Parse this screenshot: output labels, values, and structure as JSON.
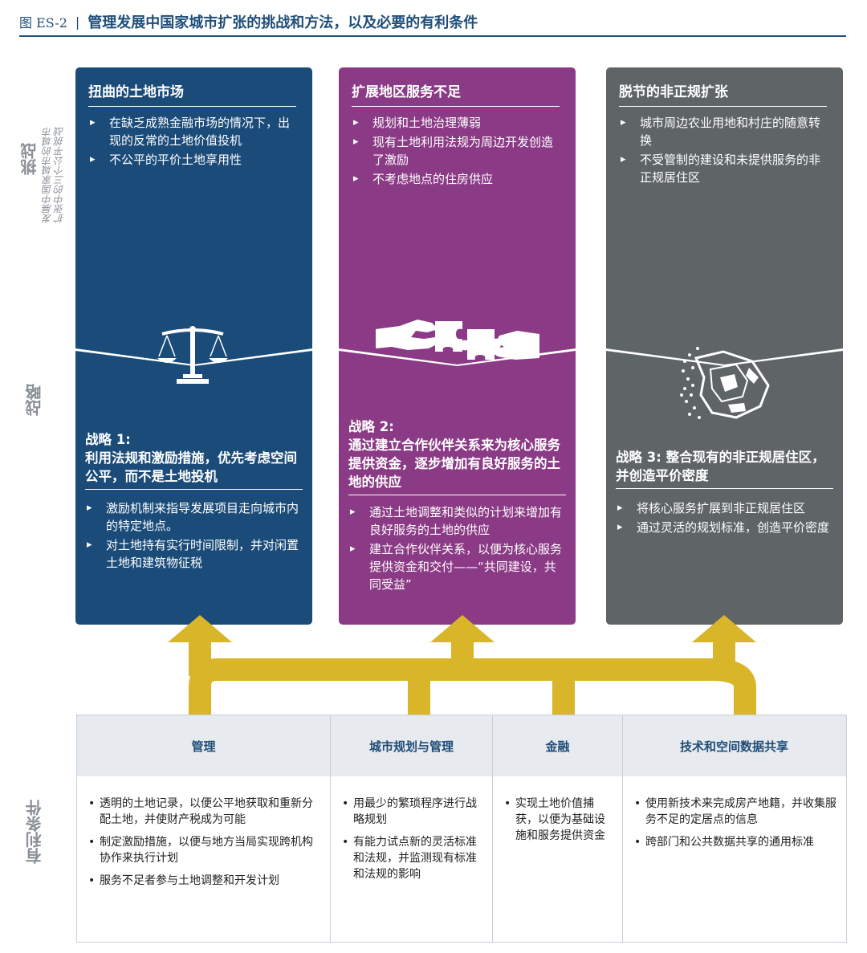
{
  "header": {
    "label": "图 ES-2",
    "separator": "|",
    "title": "管理发展中国家城市扩张的挑战和方法，以及必要的有利条件"
  },
  "side_labels": {
    "challenge": "挑战",
    "challenge_sub_line1": "发展中国家城市的城市",
    "challenge_sub_line2": "扩张中的三个公平挑战",
    "strategy": "战略",
    "enabling": "有利条件"
  },
  "colors": {
    "blue": "#1a4b79",
    "purple": "#8b3a85",
    "gray": "#5f6567",
    "arrow": "#d9b52a",
    "accent": "#1f4e79"
  },
  "columns": [
    {
      "challenge_title": "扭曲的土地市场",
      "challenge_items": [
        "在缺乏成熟金融市场的情况下，出现的反常的土地价值投机",
        "不公平的平价土地享用性"
      ],
      "icon": "scales-icon",
      "strategy_title": "战略 1:\n利用法规和激励措施，优先考虑空间公平，而不是土地投机",
      "strategy_items": [
        "激励机制来指导发展项目走向城市内的特定地点。",
        "对土地持有实行时间限制，并对闲置土地和建筑物征税"
      ]
    },
    {
      "challenge_title": "扩展地区服务不足",
      "challenge_items": [
        "规划和土地治理薄弱",
        "现有土地利用法规为周边开发创造了激励",
        "不考虑地点的住房供应"
      ],
      "icon": "puzzle-hands-icon",
      "strategy_title": "战略 2:\n通过建立合作伙伴关系来为核心服务提供资金，逐步增加有良好服务的土地的供应",
      "strategy_items": [
        "通过土地调整和类似的计划来增加有良好服务的土地的供应",
        "建立合作伙伴关系，以便为核心服务提供资金和交付——“共同建设，共同受益”"
      ]
    },
    {
      "challenge_title": "脱节的非正规扩张",
      "challenge_items": [
        "城市周边农业用地和村庄的随意转换",
        "不受管制的建设和未提供服务的非正规居住区"
      ],
      "icon": "settlement-map-icon",
      "strategy_title": "战略 3:  整合现有的非正规居住区，并创造平价密度",
      "strategy_items": [
        "将核心服务扩展到非正规居住区",
        "通过灵活的规划标准，创造平价密度"
      ]
    }
  ],
  "conditions": [
    {
      "title": "管理",
      "items": [
        "透明的土地记录，以便公平地获取和重新分配土地，并使财产税成为可能",
        "制定激励措施，以便与地方当局实现跨机构协作来执行计划",
        "服务不足者参与土地调整和开发计划"
      ]
    },
    {
      "title": "城市规划与管理",
      "items": [
        "用最少的繁琐程序进行战略规划",
        "有能力试点新的灵活标准和法规，并监测现有标准和法规的影响"
      ]
    },
    {
      "title": "金融",
      "items": [
        "实现土地价值捕获，以便为基础设施和服务提供资金"
      ]
    },
    {
      "title": "技术和空间数据共享",
      "items": [
        "使用新技术来完成房产地籍，并收集服务不足的定居点的信息",
        "跨部门和公共数据共享的通用标准"
      ]
    }
  ]
}
